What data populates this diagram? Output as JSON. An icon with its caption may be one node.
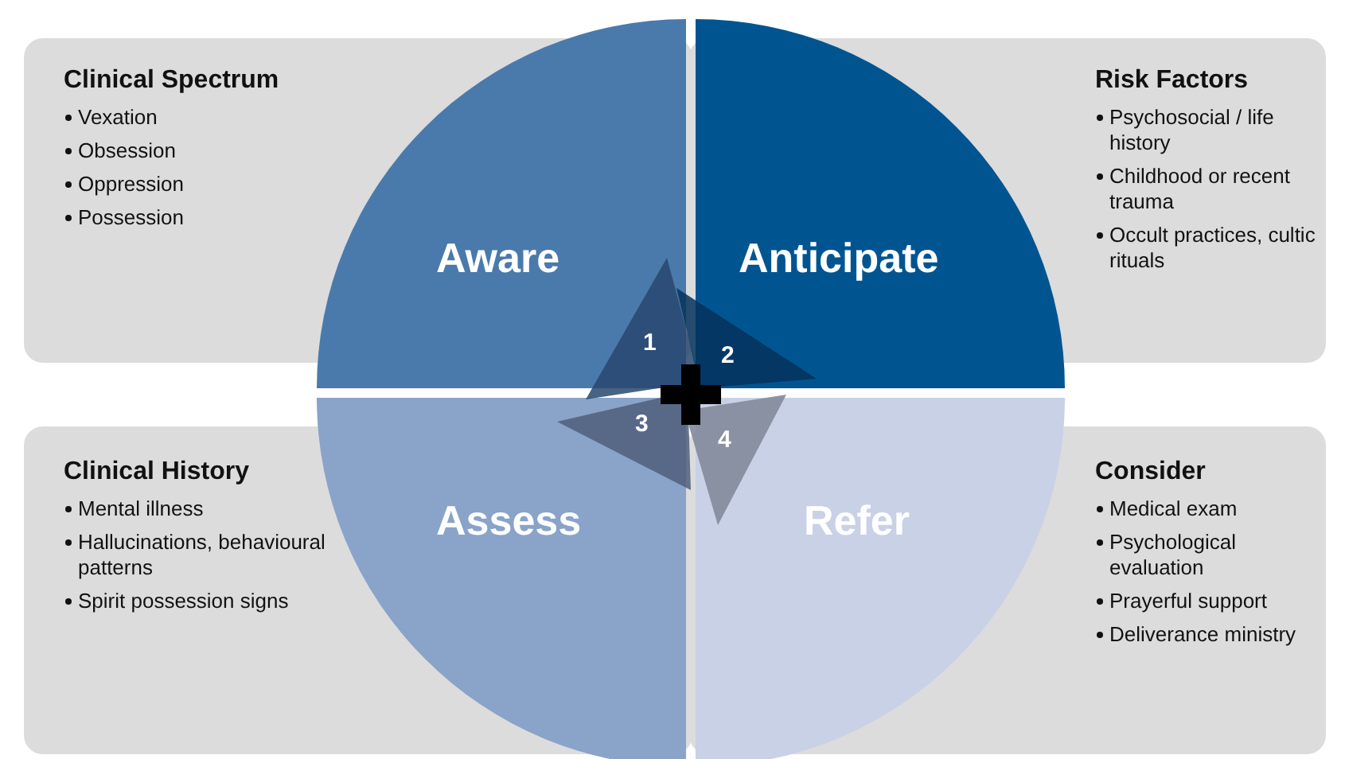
{
  "diagram": {
    "nodes": [
      {
        "text": [
          "Clinical Spectrum",
          "Vexation",
          "Obsession",
          "Oppression",
          "Possession"
        ]
      },
      {
        "text": [
          "Risk Factors",
          "Psychosocial / life history",
          "Childhood or recent trauma",
          "Occult practices, cultic rituals"
        ]
      },
      {
        "text": [
          "Clinical History",
          "Mental illness",
          "Hallucinations, behavioural patterns",
          "Spirit possession signs"
        ]
      },
      {
        "text": [
          "Consider",
          "Medical exam",
          "Psychological evaluation",
          "Prayerful support",
          "Deliverance ministry"
        ]
      },
      {
        "text": [
          "Aware"
        ]
      },
      {
        "text": [
          "Anticipate"
        ]
      },
      {
        "text": [
          "Assess"
        ]
      },
      {
        "text": [
          "Refer"
        ]
      },
      {
        "text": [
          "1"
        ]
      },
      {
        "text": [
          "2"
        ]
      },
      {
        "text": [
          "3"
        ]
      },
      {
        "text": [
          "4"
        ]
      }
    ]
  }
}
